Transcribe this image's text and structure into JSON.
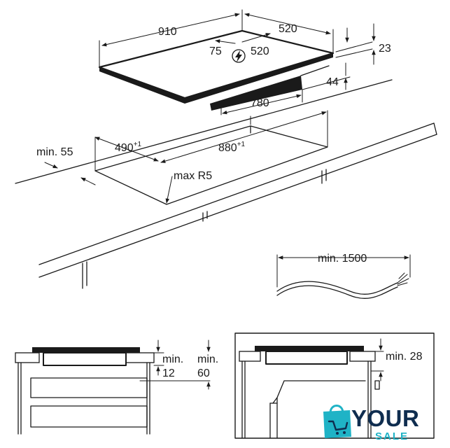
{
  "dimensions": {
    "width_910": "910",
    "depth_520_top": "520",
    "dist_75": "75",
    "dist_520": "520",
    "height_23": "23",
    "height_44": "44",
    "width_780": "780",
    "min_55": "min. 55",
    "cut_490": "490",
    "cut_490_sup": "+1",
    "cut_880": "880",
    "cut_880_sup": "+1",
    "max_r5": "max R5",
    "cable_min_1500": "min. 1500",
    "min_12_label": "min.",
    "min_12_value": "12",
    "min_60_label": "min.",
    "min_60_value": "60",
    "min_28": "min. 28"
  },
  "logo": {
    "word_1": "YOUR",
    "word_2": "SALE"
  },
  "colors": {
    "line": "#1a1a1a",
    "logo_dark": "#0f2d4f",
    "logo_accent": "#1fb3c6"
  },
  "icons": {
    "power_symbol": "lightning-bolt-circle-icon",
    "logo_bag": "shopping-bag-icon"
  }
}
